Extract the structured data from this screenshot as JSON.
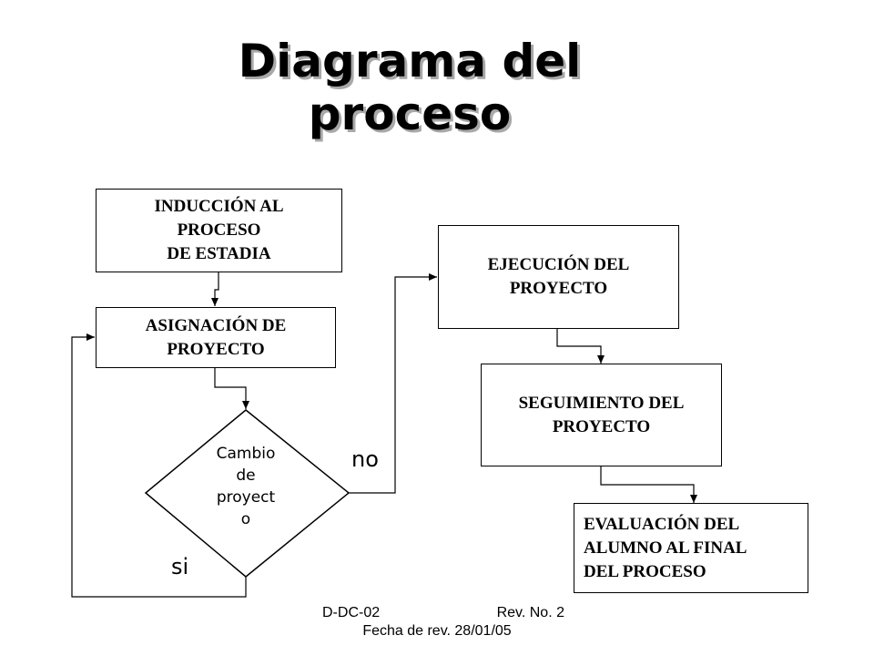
{
  "title": {
    "line1": "Diagrama del",
    "line2": "proceso"
  },
  "nodes": {
    "induccion": {
      "lines": [
        "INDUCCIÓN AL",
        "PROCESO",
        "DE ESTADIA"
      ]
    },
    "asignacion": {
      "lines": [
        "ASIGNACIÓN DE",
        "PROYECTO"
      ]
    },
    "decision": {
      "lines": [
        "Cambio",
        "de",
        "proyect",
        "o"
      ]
    },
    "ejecucion": {
      "lines": [
        "EJECUCIÓN DEL",
        "PROYECTO"
      ]
    },
    "seguimiento": {
      "lines": [
        "SEGUIMIENTO DEL",
        "PROYECTO"
      ]
    },
    "evaluacion": {
      "lines": [
        "EVALUACIÓN DEL",
        "ALUMNO AL FINAL",
        "DEL PROCESO"
      ]
    }
  },
  "edge_labels": {
    "no": "no",
    "si": "si"
  },
  "footer": {
    "code": "D-DC-02",
    "revision": "Rev. No. 2",
    "date": "Fecha de rev. 28/01/05"
  }
}
